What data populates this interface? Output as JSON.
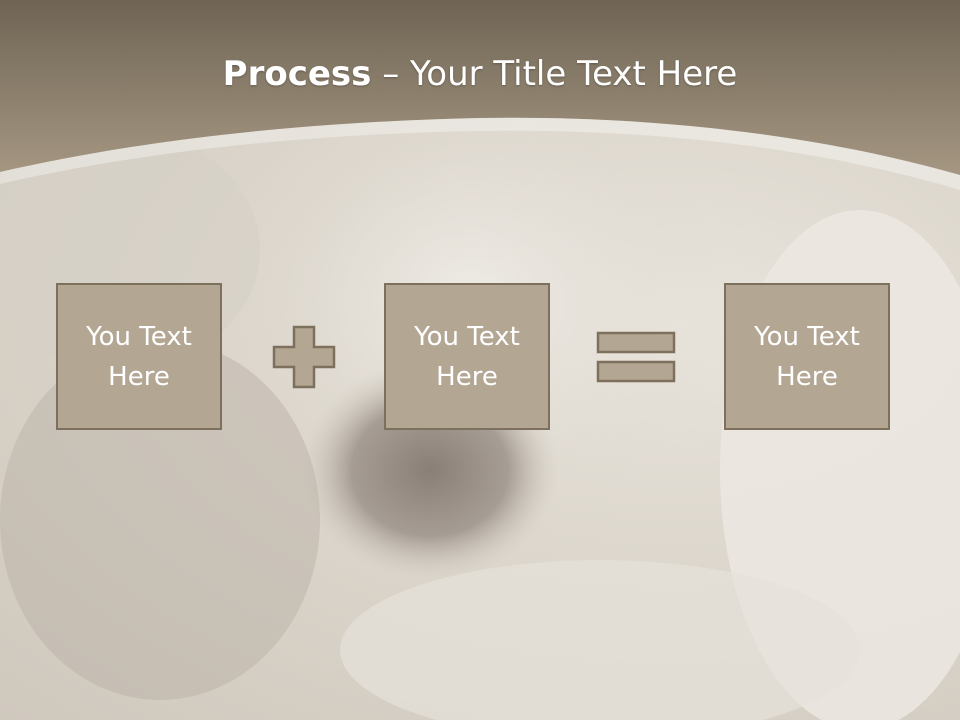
{
  "title": {
    "bold": "Process",
    "dash": " – ",
    "rest": "Your Title Text Here"
  },
  "boxes": [
    {
      "text": "You Text Here"
    },
    {
      "text": "You Text Here"
    },
    {
      "text": "You Text Here"
    }
  ],
  "icons": {
    "plus": "plus-icon",
    "equals": "equals-icon"
  },
  "colors": {
    "header": "#8f8370",
    "box_fill": "#b3a794",
    "box_border": "#7d705d",
    "operator_fill": "#b3a794",
    "text": "#ffffff"
  }
}
